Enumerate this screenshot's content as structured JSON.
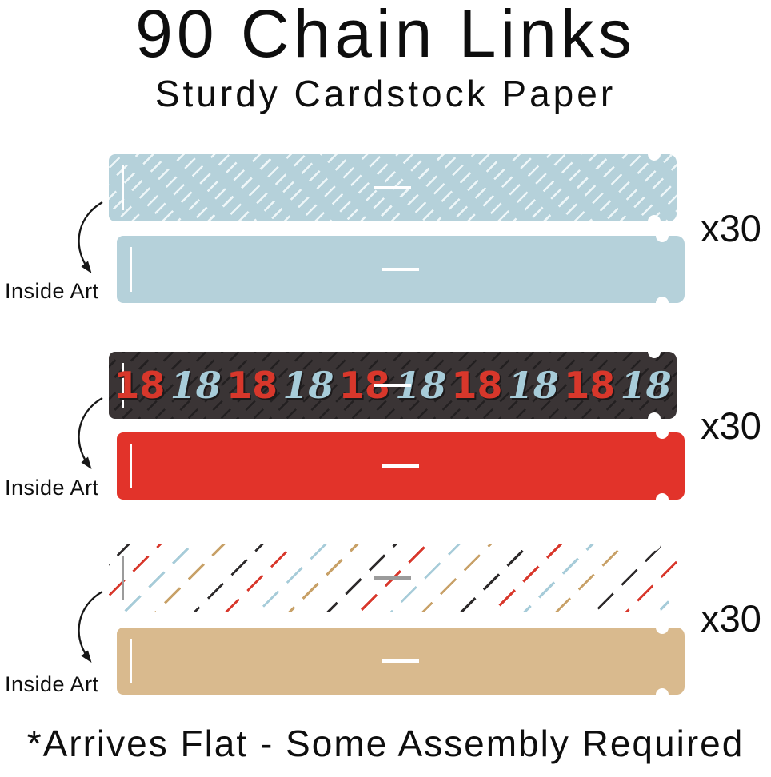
{
  "header": {
    "title": "90 Chain Links",
    "subtitle": "Sturdy Cardstock Paper"
  },
  "footer": {
    "note": "*Arrives Flat - Some Assembly Required"
  },
  "groups": [
    {
      "style": "light-blue",
      "count": "x30",
      "inside_label": "Inside Art",
      "outside_color": "#b5d1da",
      "inside_color": "#b5d1da",
      "pattern": "white diagonal dashes"
    },
    {
      "style": "18-numbers",
      "count": "x30",
      "inside_label": "Inside Art",
      "outside_color": "#3a3435",
      "inside_color": "#e2332a",
      "number": "18",
      "number_colors": [
        "#d8372b",
        "#a7ccd9"
      ],
      "pattern": "dark diagonal stripes with repeated 18"
    },
    {
      "style": "confetti",
      "count": "x30",
      "inside_label": "Inside Art",
      "outside_color": "#ffffff",
      "inside_color": "#d9ba8e",
      "pattern_colors": [
        "#2e2b2c",
        "#d8372b",
        "#a7ccd9",
        "#c8a168"
      ],
      "pattern": "multicolor diagonal dashes"
    }
  ]
}
